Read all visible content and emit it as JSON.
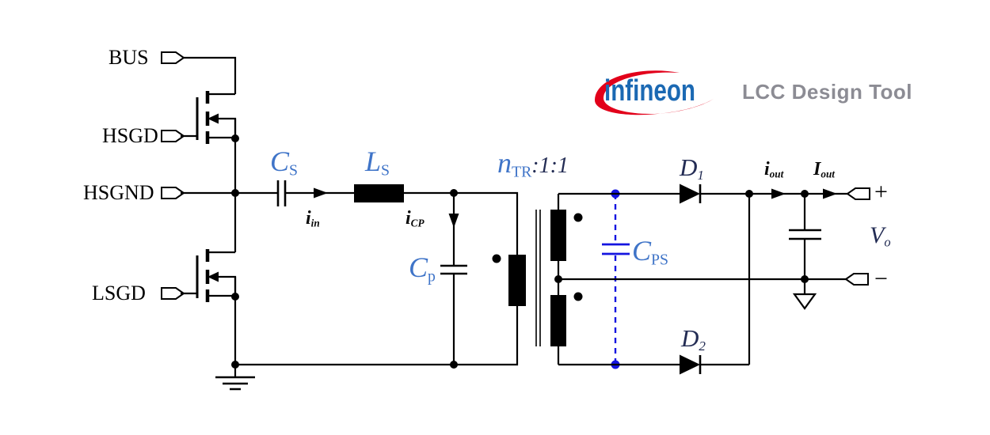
{
  "header": {
    "logo_text": "infineon",
    "title": "LCC Design Tool"
  },
  "terminals": {
    "bus": "BUS",
    "hsgd": "HSGD",
    "hsgnd": "HSGND",
    "lsgd": "LSGD",
    "out_plus": "+",
    "out_minus": "−",
    "vout": {
      "main": "V",
      "sub": "o"
    }
  },
  "components": {
    "cs": {
      "main": "C",
      "sub": "S"
    },
    "ls": {
      "main": "L",
      "sub": "S"
    },
    "cp": {
      "main": "C",
      "sub": "p"
    },
    "cps": {
      "main": "C",
      "sub": "PS"
    },
    "ntr": {
      "main": "n",
      "sub": "TR",
      "ratio": ":1:1"
    },
    "d1": {
      "main": "D",
      "sub": "1"
    },
    "d2": {
      "main": "D",
      "sub": "2"
    }
  },
  "currents": {
    "iin": {
      "main": "i",
      "sub": "in"
    },
    "icp": {
      "main": "i",
      "sub": "CP"
    },
    "iout": {
      "main": "i",
      "sub": "out"
    },
    "Iout": {
      "main": "I",
      "sub": "out"
    }
  },
  "colors": {
    "component_blue": "#3f74c8",
    "cps_blue": "#1414e0",
    "dark_navy": "#232c54",
    "wire_black": "#000000",
    "logo_blue": "#1b69b3",
    "logo_red": "#e2001a",
    "title_gray": "#8c8c94"
  }
}
